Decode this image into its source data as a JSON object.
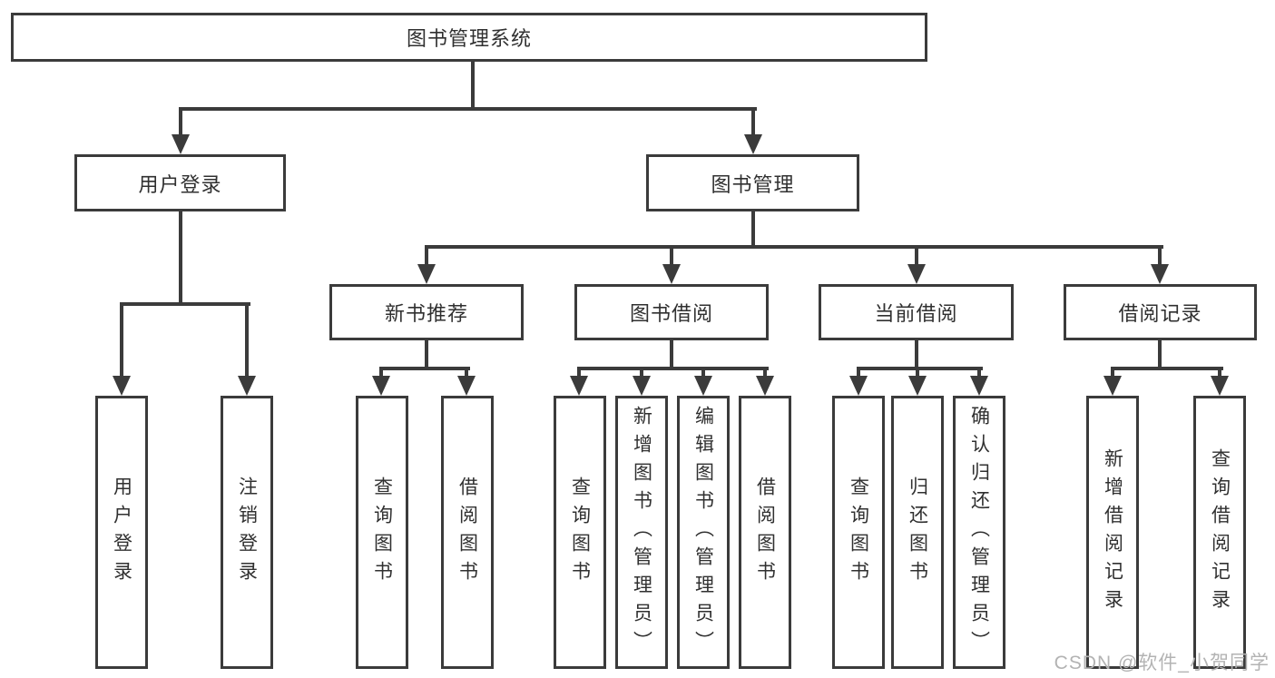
{
  "colors": {
    "line": "#3b3b3b",
    "text": "#303030",
    "wm": "#b3b3b3",
    "bg": "#ffffff"
  },
  "watermark": "CSDN @软件_小贺同学",
  "tree": {
    "label": "图书管理系统",
    "children": [
      {
        "label": "用户登录",
        "children": [
          {
            "label": "用户登录"
          },
          {
            "label": "注销登录"
          }
        ]
      },
      {
        "label": "图书管理",
        "children": [
          {
            "label": "新书推荐",
            "children": [
              {
                "label": "查询图书"
              },
              {
                "label": "借阅图书"
              }
            ]
          },
          {
            "label": "图书借阅",
            "children": [
              {
                "label": "查询图书"
              },
              {
                "label": "新增图书（管理员）"
              },
              {
                "label": "编辑图书（管理员）"
              },
              {
                "label": "借阅图书"
              }
            ]
          },
          {
            "label": "当前借阅",
            "children": [
              {
                "label": "查询图书"
              },
              {
                "label": "归还图书"
              },
              {
                "label": "确认归还（管理员）"
              }
            ]
          },
          {
            "label": "借阅记录",
            "children": [
              {
                "label": "新增借阅记录"
              },
              {
                "label": "查询借阅记录"
              }
            ]
          }
        ]
      }
    ]
  }
}
